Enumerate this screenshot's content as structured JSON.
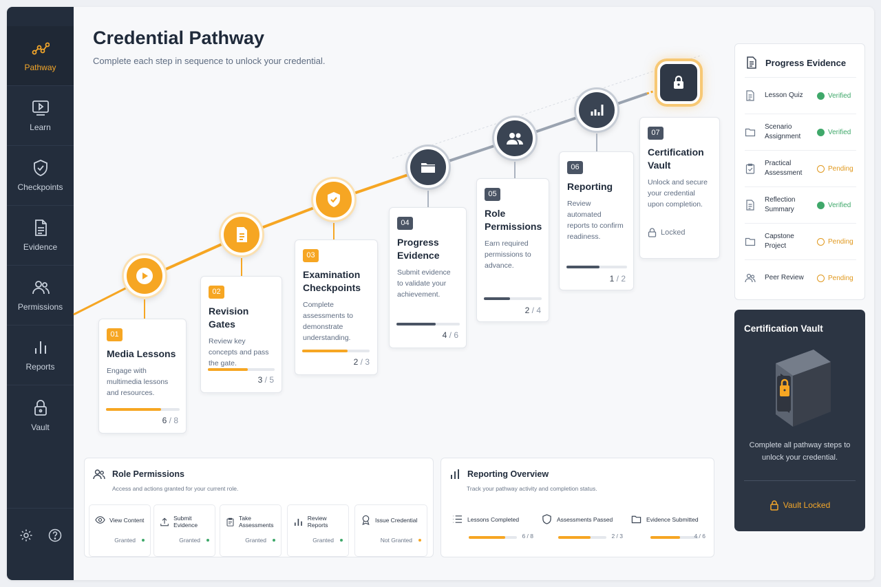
{
  "sidebar": {
    "items": [
      {
        "label": "Pathway",
        "icon": "pathway-icon",
        "active": true
      },
      {
        "label": "Learn",
        "icon": "play-screen-icon"
      },
      {
        "label": "Checkpoints",
        "icon": "shield-check-icon"
      },
      {
        "label": "Evidence",
        "icon": "document-icon"
      },
      {
        "label": "Permissions",
        "icon": "users-icon"
      },
      {
        "label": "Reports",
        "icon": "bar-chart-icon"
      },
      {
        "label": "Vault",
        "icon": "lock-icon"
      }
    ],
    "footer_icons": [
      "settings-icon",
      "help-icon"
    ]
  },
  "header": {
    "title": "Credential Pathway",
    "subtitle": "Complete each step in sequence to unlock your credential."
  },
  "steps": [
    {
      "num": "01",
      "title": "Media Lessons",
      "desc": "Engage with multimedia lessons and resources.",
      "done": "6",
      "total": "/ 8",
      "progress": 0.75
    },
    {
      "num": "02",
      "title": "Revision Gates",
      "desc": "Review key concepts and pass the gate.",
      "done": "3",
      "total": "/ 5",
      "progress": 0.6
    },
    {
      "num": "03",
      "title": "Examination Checkpoints",
      "desc": "Complete assessments to demonstrate understanding.",
      "done": "2",
      "total": "/ 3",
      "progress": 0.67
    },
    {
      "num": "04",
      "title": "Progress Evidence",
      "desc": "Submit evidence to validate your achievement.",
      "done": "4",
      "total": "/ 6",
      "progress": 0.62
    },
    {
      "num": "05",
      "title": "Role Permissions",
      "desc": "Earn required permissions to advance.",
      "done": "2",
      "total": "/ 4",
      "progress": 0.45
    },
    {
      "num": "06",
      "title": "Reporting",
      "desc": "Review automated reports to confirm readiness.",
      "done": "1",
      "total": "/ 2",
      "progress": 0.55
    },
    {
      "num": "07",
      "title": "Certification Vault",
      "desc": "Unlock and secure your credential upon completion.",
      "status": "Locked"
    }
  ],
  "evidence_panel": {
    "title": "Progress Evidence",
    "rows": [
      {
        "label": "Lesson Quiz",
        "status": "Verified",
        "icon": "document-icon"
      },
      {
        "label": "Scenario Assignment",
        "status": "Verified",
        "icon": "folder-icon"
      },
      {
        "label": "Practical Assessment",
        "status": "Pending",
        "icon": "clipboard-check-icon"
      },
      {
        "label": "Reflection Summary",
        "status": "Verified",
        "icon": "document-icon"
      },
      {
        "label": "Capstone Project",
        "status": "Pending",
        "icon": "folder-icon"
      },
      {
        "label": "Peer Review",
        "status": "Pending",
        "icon": "users-icon"
      }
    ]
  },
  "vault_panel": {
    "title": "Certification Vault",
    "text": "Complete all pathway steps to unlock your credential.",
    "button": "Vault Locked"
  },
  "role_permissions": {
    "title": "Role Permissions",
    "subtitle": "Access and actions granted for your current role.",
    "items": [
      {
        "label": "View Content",
        "value": "Granted",
        "icon": "eye-icon",
        "granted": true
      },
      {
        "label": "Submit Evidence",
        "value": "Granted",
        "icon": "upload-icon",
        "granted": true
      },
      {
        "label": "Take Assessments",
        "value": "Granted",
        "icon": "clipboard-icon",
        "granted": true
      },
      {
        "label": "Review Reports",
        "value": "Granted",
        "icon": "bar-chart-icon",
        "granted": true
      },
      {
        "label": "Issue Credential",
        "value": "Not Granted",
        "icon": "award-icon",
        "granted": false
      }
    ]
  },
  "reporting_overview": {
    "title": "Reporting Overview",
    "subtitle": "Track your pathway activity and completion status.",
    "metrics": [
      {
        "label": "Lessons Completed",
        "value": "6 / 8",
        "progress": 0.75,
        "icon": "list-icon"
      },
      {
        "label": "Assessments Passed",
        "value": "2 / 3",
        "progress": 0.67,
        "icon": "shield-icon"
      },
      {
        "label": "Evidence Submitted",
        "value": "4 / 6",
        "progress": 0.62,
        "icon": "folder-icon"
      }
    ]
  },
  "colors": {
    "accent": "#f6a623",
    "sidebar": "#232d3c",
    "verified": "#3fa86a",
    "pending": "#e0981d",
    "muted_bar": "#4a5464"
  }
}
